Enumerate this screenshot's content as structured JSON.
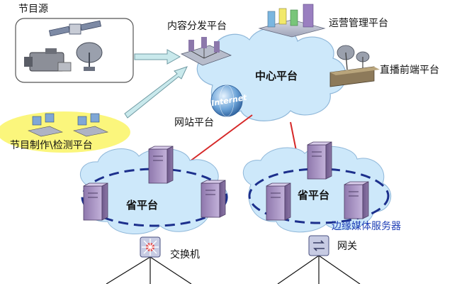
{
  "labels": {
    "program_source": "节目源",
    "content_distribution": "内容分发平台",
    "operations_management": "运营管理平台",
    "central_platform": "中心平台",
    "live_frontend": "直播前端平台",
    "website_platform": "网站平台",
    "production_monitoring": "节目制作\\检测平台",
    "provincial_platform_left": "省平台",
    "provincial_platform_right": "省平台",
    "edge_media_servers": "边缘媒体服务器",
    "switch": "交换机",
    "gateway": "网关",
    "internet": "Internet"
  },
  "colors": {
    "cloud_fill": "#cde8fa",
    "cloud_stroke": "#8fb7d9",
    "ring_dash": "#1c2f8c",
    "red_link": "#d62828",
    "arrow_fill": "#c9e9ec",
    "yellow_oval": "#fbf67c",
    "server_purple": "#a993c3",
    "blue_label": "#1f3fb6"
  },
  "icons": [
    "satellite-icon",
    "video-camera-icon",
    "satellite-dish-icon",
    "network-hub-icon",
    "server-rack-icon",
    "broadcast-station-icon",
    "internet-globe-icon",
    "server-tower-icon",
    "switch-icon",
    "gateway-icon",
    "computer-workstation-icon"
  ]
}
